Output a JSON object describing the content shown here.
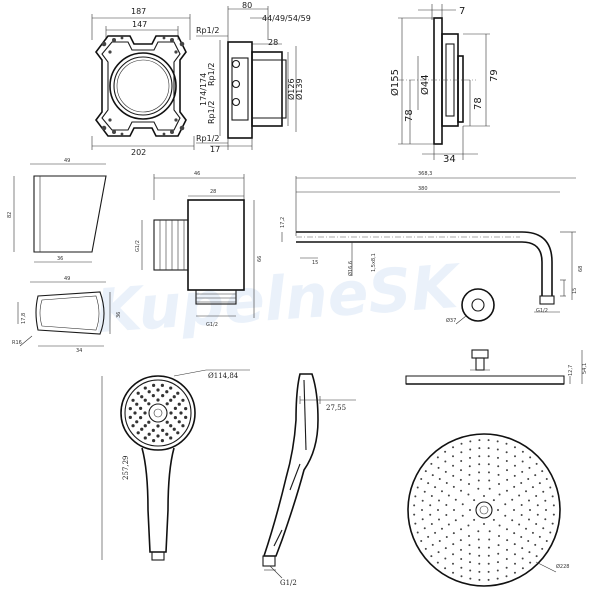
{
  "watermark": "KupelneSK",
  "views": {
    "box_front": {
      "dims": [
        "187",
        "147",
        "202"
      ],
      "notes": [
        "174/174"
      ]
    },
    "box_side": {
      "dims": [
        "80",
        "44/49/54/59",
        "28",
        "17"
      ],
      "labels": [
        "Rp1/2",
        "Rp1/2",
        "Rp1/2",
        "Rp1/2",
        "Ø126",
        "Ø139"
      ]
    },
    "trim_side": {
      "dims": [
        "7",
        "Ø155",
        "Ø44",
        "79",
        "78",
        "78",
        "34"
      ]
    },
    "holder_side": {
      "dims": [
        "49",
        "82",
        "36"
      ]
    },
    "outlet": {
      "dims": [
        "46",
        "28",
        "66"
      ],
      "labels": [
        "G1/2",
        "G1/2"
      ]
    },
    "arm": {
      "dims": [
        "368,3",
        "380",
        "15",
        "17,2",
        "Ø16,6",
        "1,5x8,1",
        "68",
        "Ø37",
        "15",
        "G1/2"
      ]
    },
    "holder_top": {
      "dims": [
        "49",
        "36",
        "34",
        "17,8",
        "R16"
      ]
    },
    "handshower_front": {
      "dims": [
        "Ø114,84",
        "257,29"
      ]
    },
    "handshower_side": {
      "dims": [
        "27,55",
        "G1/2"
      ]
    },
    "overhead_side": {
      "dims": [
        "12,7",
        "54,1"
      ]
    },
    "overhead_top": {
      "dims": [
        "Ø228"
      ]
    }
  }
}
